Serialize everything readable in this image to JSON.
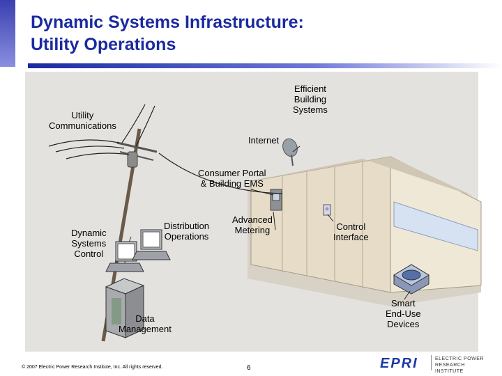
{
  "title": {
    "line1": "Dynamic Systems Infrastructure:",
    "line2": "Utility Operations"
  },
  "labels": {
    "efficient_building": [
      "Efficient",
      "Building",
      "Systems"
    ],
    "utility_comm": [
      "Utility",
      "Communications"
    ],
    "internet": "Internet",
    "consumer_portal": [
      "Consumer Portal",
      "& Building EMS"
    ],
    "distribution_ops": [
      "Distribution",
      "Operations"
    ],
    "advanced_metering": [
      "Advanced",
      "Metering"
    ],
    "dynamic_control": [
      "Dynamic",
      "Systems",
      "Control"
    ],
    "control_interface": [
      "Control",
      "Interface"
    ],
    "smart_devices": [
      "Smart",
      "End-Use",
      "Devices"
    ],
    "data_management": [
      "Data",
      "Management"
    ]
  },
  "footer": {
    "copyright": "© 2007 Electric Power Research Institute, Inc. All rights reserved.",
    "page_number": "6"
  },
  "logo": {
    "mark": "EPRI",
    "subtitle_line1": "ELECTRIC POWER",
    "subtitle_line2": "RESEARCH INSTITUTE"
  },
  "colors": {
    "title": "#1a2aa0",
    "panel": "#e4e2df",
    "logo": "#1c3aa8"
  }
}
